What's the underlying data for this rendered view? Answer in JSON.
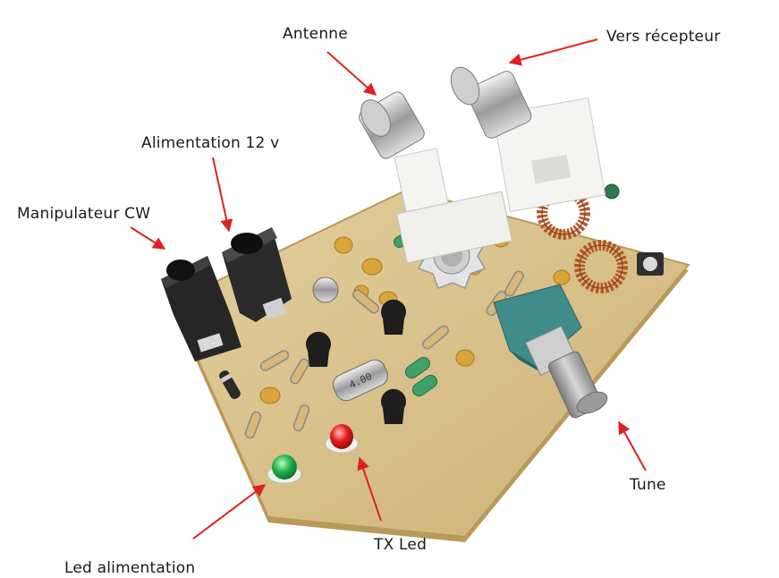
{
  "labels": {
    "antenna": "Antenne",
    "receiver": "Vers récepteur",
    "power_supply": "Alimentation 12 v",
    "cw_key": "Manipulateur CW",
    "tune": "Tune",
    "tx_led": "TX Led",
    "power_led": "Led alimentation"
  },
  "chip_marking": "4.00",
  "colors": {
    "arrow": "#e02020",
    "pcb": "#d9c28c",
    "pcb_edge": "#c2a765",
    "led_green": "#22b14c",
    "led_red": "#e31b1b",
    "copper": "#b5572a",
    "pot_body": "#3f8c8a"
  }
}
